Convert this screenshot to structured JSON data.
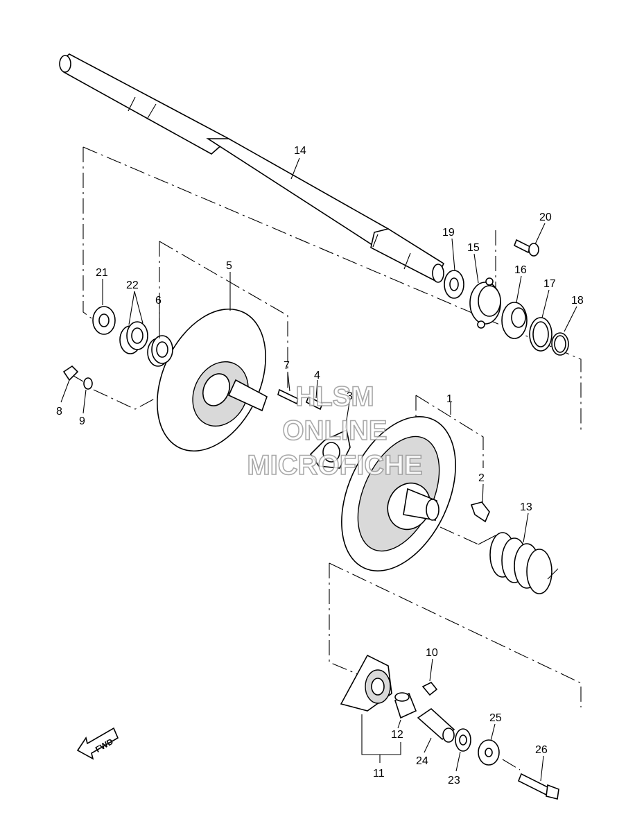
{
  "callouts": [
    {
      "id": "1",
      "label": "1"
    },
    {
      "id": "2",
      "label": "2"
    },
    {
      "id": "3",
      "label": "3"
    },
    {
      "id": "4",
      "label": "4"
    },
    {
      "id": "5",
      "label": "5"
    },
    {
      "id": "6",
      "label": "6"
    },
    {
      "id": "7",
      "label": "7"
    },
    {
      "id": "8",
      "label": "8"
    },
    {
      "id": "9",
      "label": "9"
    },
    {
      "id": "10",
      "label": "10"
    },
    {
      "id": "11",
      "label": "11"
    },
    {
      "id": "12",
      "label": "12"
    },
    {
      "id": "13",
      "label": "13"
    },
    {
      "id": "14",
      "label": "14"
    },
    {
      "id": "15",
      "label": "15"
    },
    {
      "id": "16",
      "label": "16"
    },
    {
      "id": "17",
      "label": "17"
    },
    {
      "id": "18",
      "label": "18"
    },
    {
      "id": "19",
      "label": "19"
    },
    {
      "id": "20",
      "label": "20"
    },
    {
      "id": "21",
      "label": "21"
    },
    {
      "id": "22",
      "label": "22"
    },
    {
      "id": "23",
      "label": "23"
    },
    {
      "id": "24",
      "label": "24"
    },
    {
      "id": "25",
      "label": "25"
    },
    {
      "id": "26",
      "label": "26"
    }
  ],
  "watermark": {
    "line1": "HLSM",
    "line2": "ONLINE",
    "line3": "MICROFICHE"
  },
  "fwd_marker": {
    "label": "FWD"
  }
}
